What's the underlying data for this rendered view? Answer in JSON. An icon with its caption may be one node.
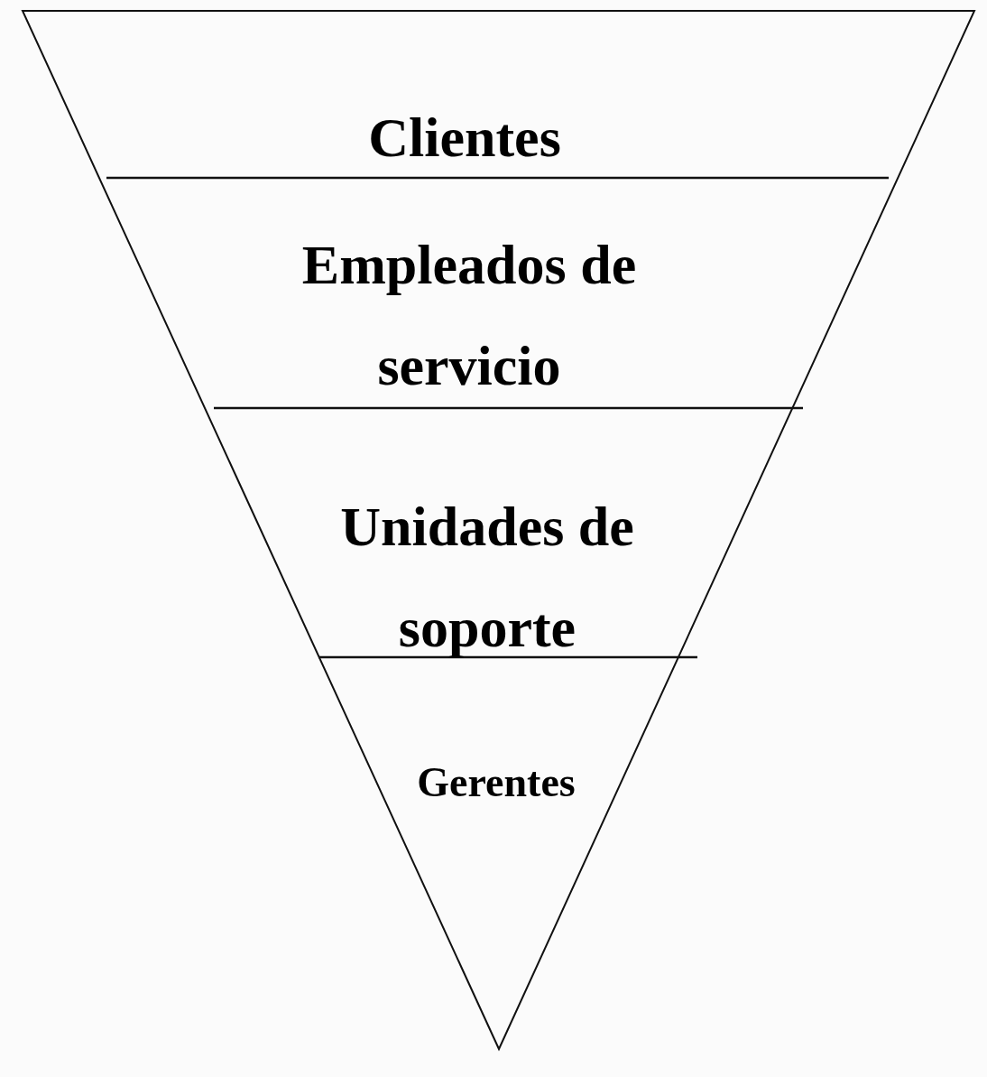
{
  "diagram": {
    "nodes": [
      {
        "text": [
          "Clientes"
        ]
      },
      {
        "text": [
          "Empleados de servicio"
        ]
      },
      {
        "text": [
          "Unidades de soporte"
        ]
      },
      {
        "text": [
          "Gerentes"
        ]
      }
    ],
    "edges": []
  }
}
